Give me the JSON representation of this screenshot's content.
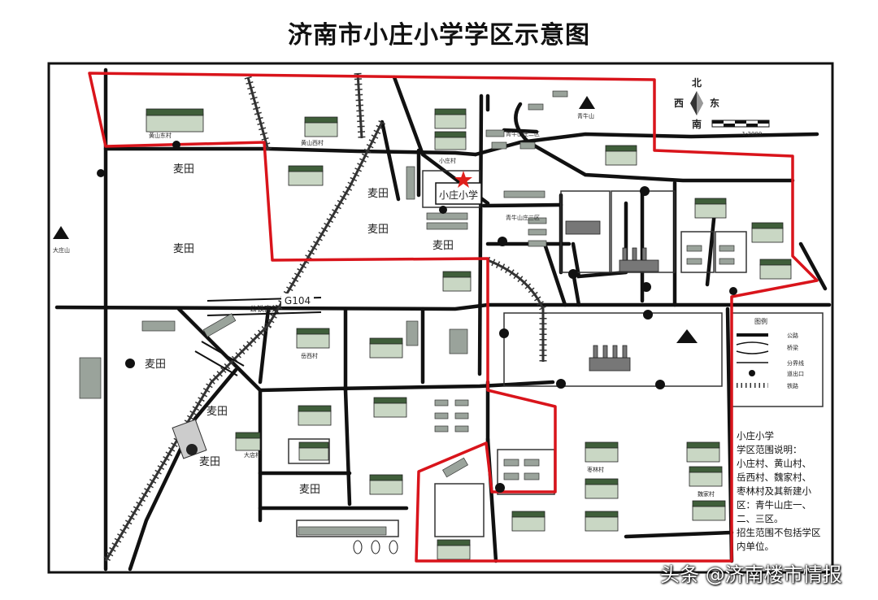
{
  "title": "济南市小庄小学学区示意图",
  "compass": {
    "north": "北",
    "south": "南",
    "east": "东",
    "west": "西",
    "scale": "1:2000"
  },
  "school": {
    "name": "小庄小学",
    "star_color": "#e0201c"
  },
  "colors": {
    "boundary": "#d9141b",
    "road": "#111111"
  },
  "road_labels": {
    "g104": "G104",
    "viaduct": "公铁高架"
  },
  "fields": [
    "麦田",
    "麦田",
    "麦田",
    "麦田",
    "麦田",
    "麦田",
    "麦田",
    "麦田",
    "麦田"
  ],
  "places": {
    "huangshan_east": "黄山东村",
    "huangshan_west": "黄山西村",
    "xiaozhuang_village": "小庄村",
    "qingniu_ii": "青牛山庄二区",
    "qingniu_iii": "青牛山庄三区",
    "qingniu_hill": "青牛山",
    "yuexi": "岳西村",
    "weijia": "魏家村",
    "zaolin": "枣林村",
    "dazhuang_hill": "大庄山",
    "dadian": "大店村"
  },
  "legend": {
    "title": "图例",
    "items": [
      "公路",
      "桥梁",
      "分界线",
      "道出口",
      "铁路"
    ]
  },
  "notes": {
    "title": "小庄小学",
    "lines": [
      "学区范围说明：",
      "小庄村、黄山村、",
      "岳西村、魏家村、",
      "枣林村及其新建小",
      "区：青牛山庄一、",
      "二、三区。",
      "招生范围不包括学区",
      "内单位。"
    ]
  },
  "watermark": "头条 @济南楼市情报"
}
